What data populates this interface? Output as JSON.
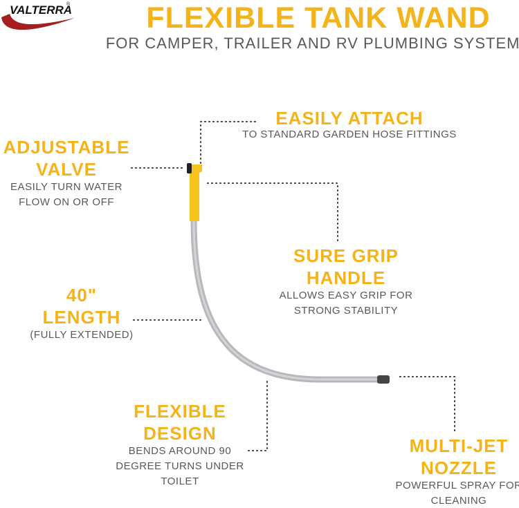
{
  "brand": {
    "logo_text": "VALTERRA",
    "registered": "®",
    "colors": {
      "swoosh": "#a51e22",
      "text": "#111111"
    }
  },
  "header": {
    "title": "FLEXIBLE TANK WAND",
    "subtitle": "FOR CAMPER, TRAILER AND RV PLUMBING SYSTEMS"
  },
  "colors": {
    "accent": "#f5b31a",
    "body_text": "#58585a",
    "tube": "#b8b8bc"
  },
  "features": {
    "attach": {
      "title": "EASILY ATTACH",
      "desc": [
        "TO STANDARD GARDEN HOSE FITTINGS"
      ]
    },
    "valve": {
      "title": [
        "ADJUSTABLE",
        "VALVE"
      ],
      "desc": [
        "EASILY TURN WATER",
        "FLOW ON OR OFF"
      ]
    },
    "grip": {
      "title": [
        "SURE GRIP",
        "HANDLE"
      ],
      "desc": [
        "ALLOWS EASY GRIP FOR",
        "STRONG STABILITY"
      ]
    },
    "length": {
      "title": [
        "40\"",
        "LENGTH"
      ],
      "desc": [
        "(FULLY EXTENDED)"
      ]
    },
    "design": {
      "title": [
        "FLEXIBLE",
        "DESIGN"
      ],
      "desc": [
        "BENDS AROUND 90",
        "DEGREE TURNS UNDER",
        "TOILET"
      ]
    },
    "nozzle": {
      "title": [
        "MULTI-JET",
        "NOZZLE"
      ],
      "desc": [
        "POWERFUL SPRAY FOR",
        "CLEANING"
      ]
    }
  }
}
